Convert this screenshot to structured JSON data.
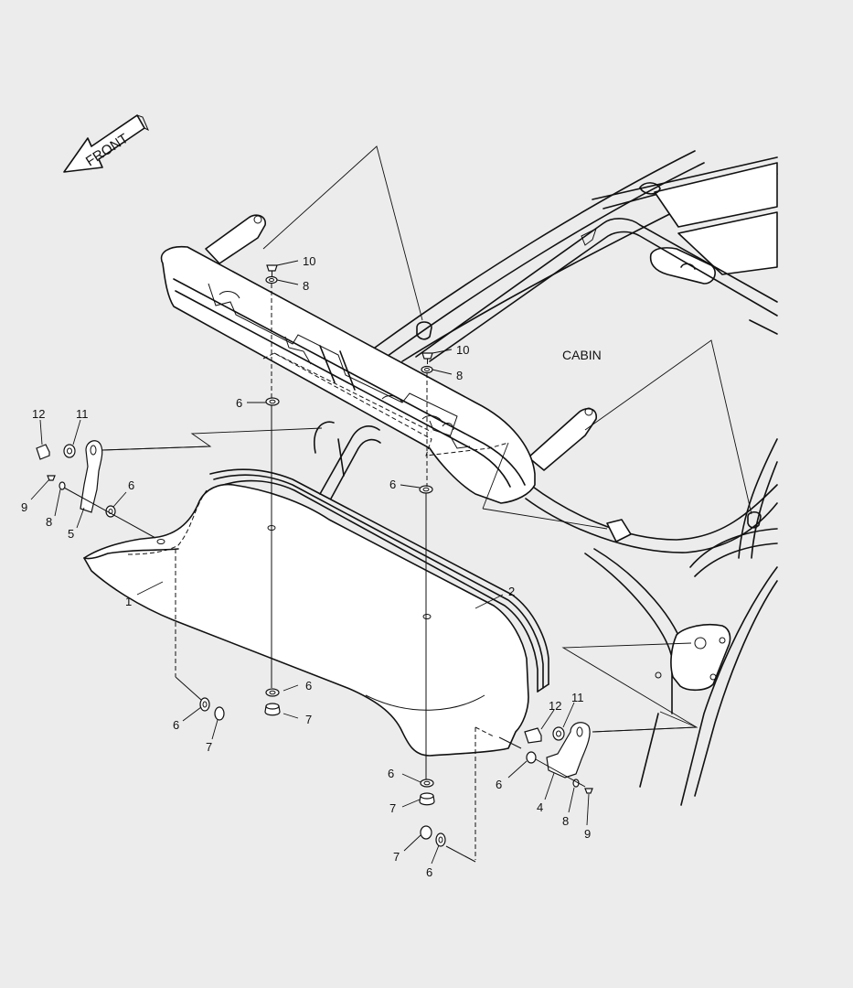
{
  "labels": {
    "front": "FRONT",
    "cabin": "CABIN"
  },
  "callouts": {
    "c10a": "10",
    "c8a": "8",
    "c10b": "10",
    "c8b": "8",
    "c6a": "6",
    "c6b": "6",
    "c12l": "12",
    "c11l": "11",
    "c9l": "9",
    "c8l": "8",
    "c5": "5",
    "c6l": "6",
    "c1": "1",
    "c2": "2",
    "c6c": "6",
    "c7c": "7",
    "c6d": "6",
    "c7d": "7",
    "c12r": "12",
    "c11r": "11",
    "c6r": "6",
    "c4": "4",
    "c8r": "8",
    "c9r": "9",
    "c6e": "6",
    "c7e": "7",
    "c7f": "7",
    "c6f": "6"
  }
}
